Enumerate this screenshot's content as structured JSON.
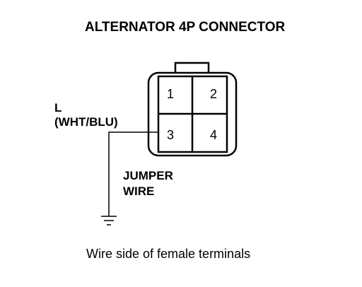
{
  "diagram": {
    "title": "ALTERNATOR 4P CONNECTOR",
    "wire_label_line1": "L",
    "wire_label_line2": "(WHT/BLU)",
    "jumper_label_line1": "JUMPER",
    "jumper_label_line2": "WIRE",
    "caption": "Wire side of female terminals",
    "pins": [
      "1",
      "2",
      "3",
      "4"
    ]
  }
}
